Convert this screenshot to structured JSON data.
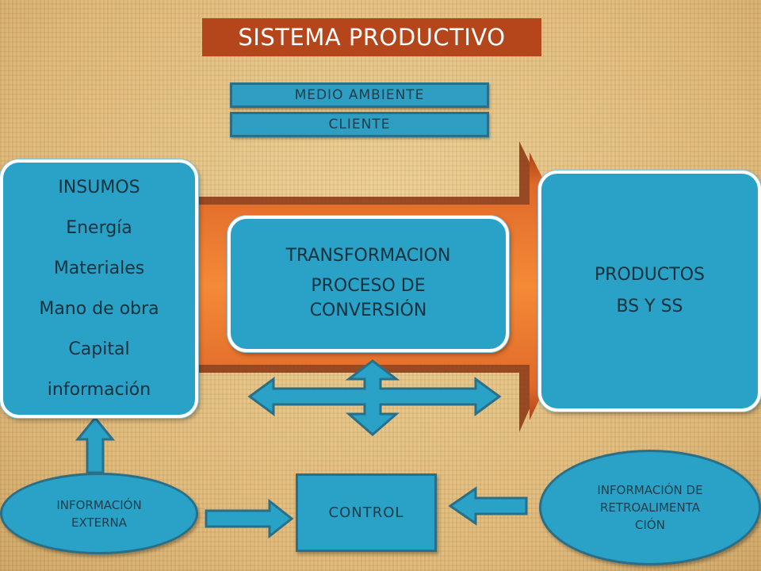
{
  "title": "SISTEMA PRODUCTIVO",
  "tags": {
    "medio_ambiente": "MEDIO AMBIENTE",
    "cliente": "CLIENTE"
  },
  "insumos": {
    "heading": "INSUMOS",
    "items": [
      "Energía",
      "Materiales",
      "Mano de obra",
      "Capital",
      "información"
    ]
  },
  "transformacion": {
    "heading": "TRANSFORMACION",
    "subtitle": "PROCESO DE CONVERSIÓN"
  },
  "productos": {
    "heading": "PRODUCTOS",
    "subtitle": "BS Y SS"
  },
  "control": "CONTROL",
  "informacion_externa": {
    "line1": "INFORMACIÓN",
    "line2": "EXTERNA"
  },
  "retroalimentacion": {
    "text": "INFORMACIÓN DE RETROALIMENTA CIÓN"
  },
  "colors": {
    "background": "#e2c07f",
    "title_bg": "#b5451b",
    "box_fill": "#2aa1c6",
    "box_border": "#2a6f88",
    "big_arrow": "#f07a2a",
    "big_arrow_shadow": "#9c3a14"
  }
}
